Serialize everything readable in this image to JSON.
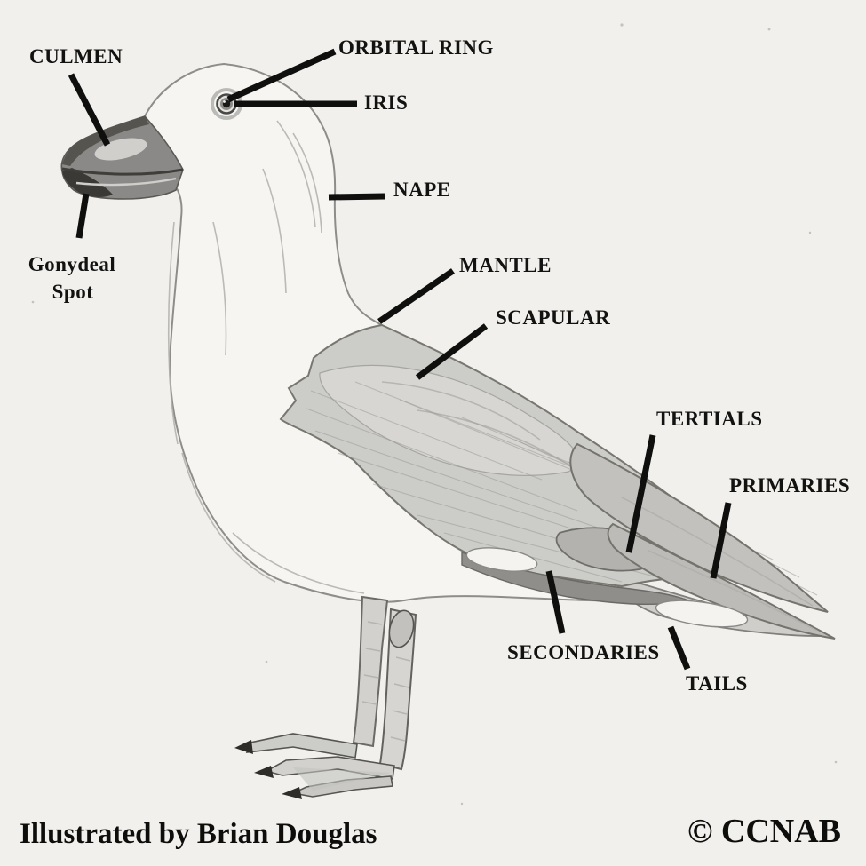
{
  "figure": {
    "illustration": "pencil sketch of a standing gull facing left",
    "labels": {
      "culmen": "CULMEN",
      "orbital_ring": "ORBITAL RING",
      "iris": "IRIS",
      "nape": "NAPE",
      "mantle": "MANTLE",
      "scapular": "SCAPULAR",
      "tertials": "TERTIALS",
      "primaries": "PRIMARIES",
      "secondaries": "SECONDARIES",
      "tails": "TAILS",
      "gonydeal_spot_lines": [
        "Gonydeal",
        "Spot"
      ]
    },
    "credit": "Illustrated by Brian Douglas",
    "copyright": "© CCNAB",
    "colors": {
      "paper": "#f1f0ed",
      "ink": "#0f0f0e",
      "pencil_light": "#c9c8c5",
      "pencil_mid": "#a8a7a4",
      "pencil_dark": "#55544f"
    }
  }
}
